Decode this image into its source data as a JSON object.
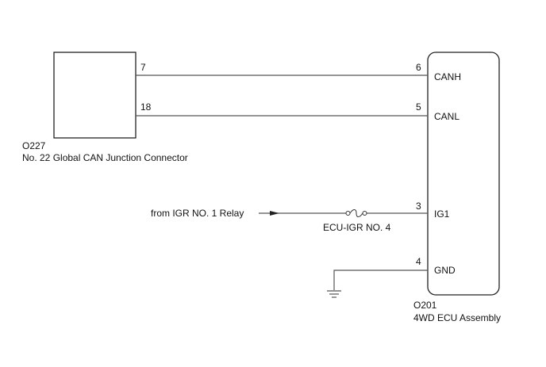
{
  "connector_left": {
    "code": "O227",
    "name": "No. 22 Global CAN Junction Connector",
    "pins": [
      "7",
      "18"
    ]
  },
  "ecu": {
    "code": "O201",
    "name": "4WD ECU Assembly",
    "pins": [
      {
        "number": "6",
        "signal": "CANH"
      },
      {
        "number": "5",
        "signal": "CANL"
      },
      {
        "number": "3",
        "signal": "IG1"
      },
      {
        "number": "4",
        "signal": "GND"
      }
    ]
  },
  "power": {
    "source": "from IGR NO. 1 Relay",
    "fuse": "ECU-IGR NO. 4"
  },
  "icons": {
    "fuse": "fuse-icon",
    "ground": "ground-icon",
    "arrow": "arrow-right-icon"
  }
}
